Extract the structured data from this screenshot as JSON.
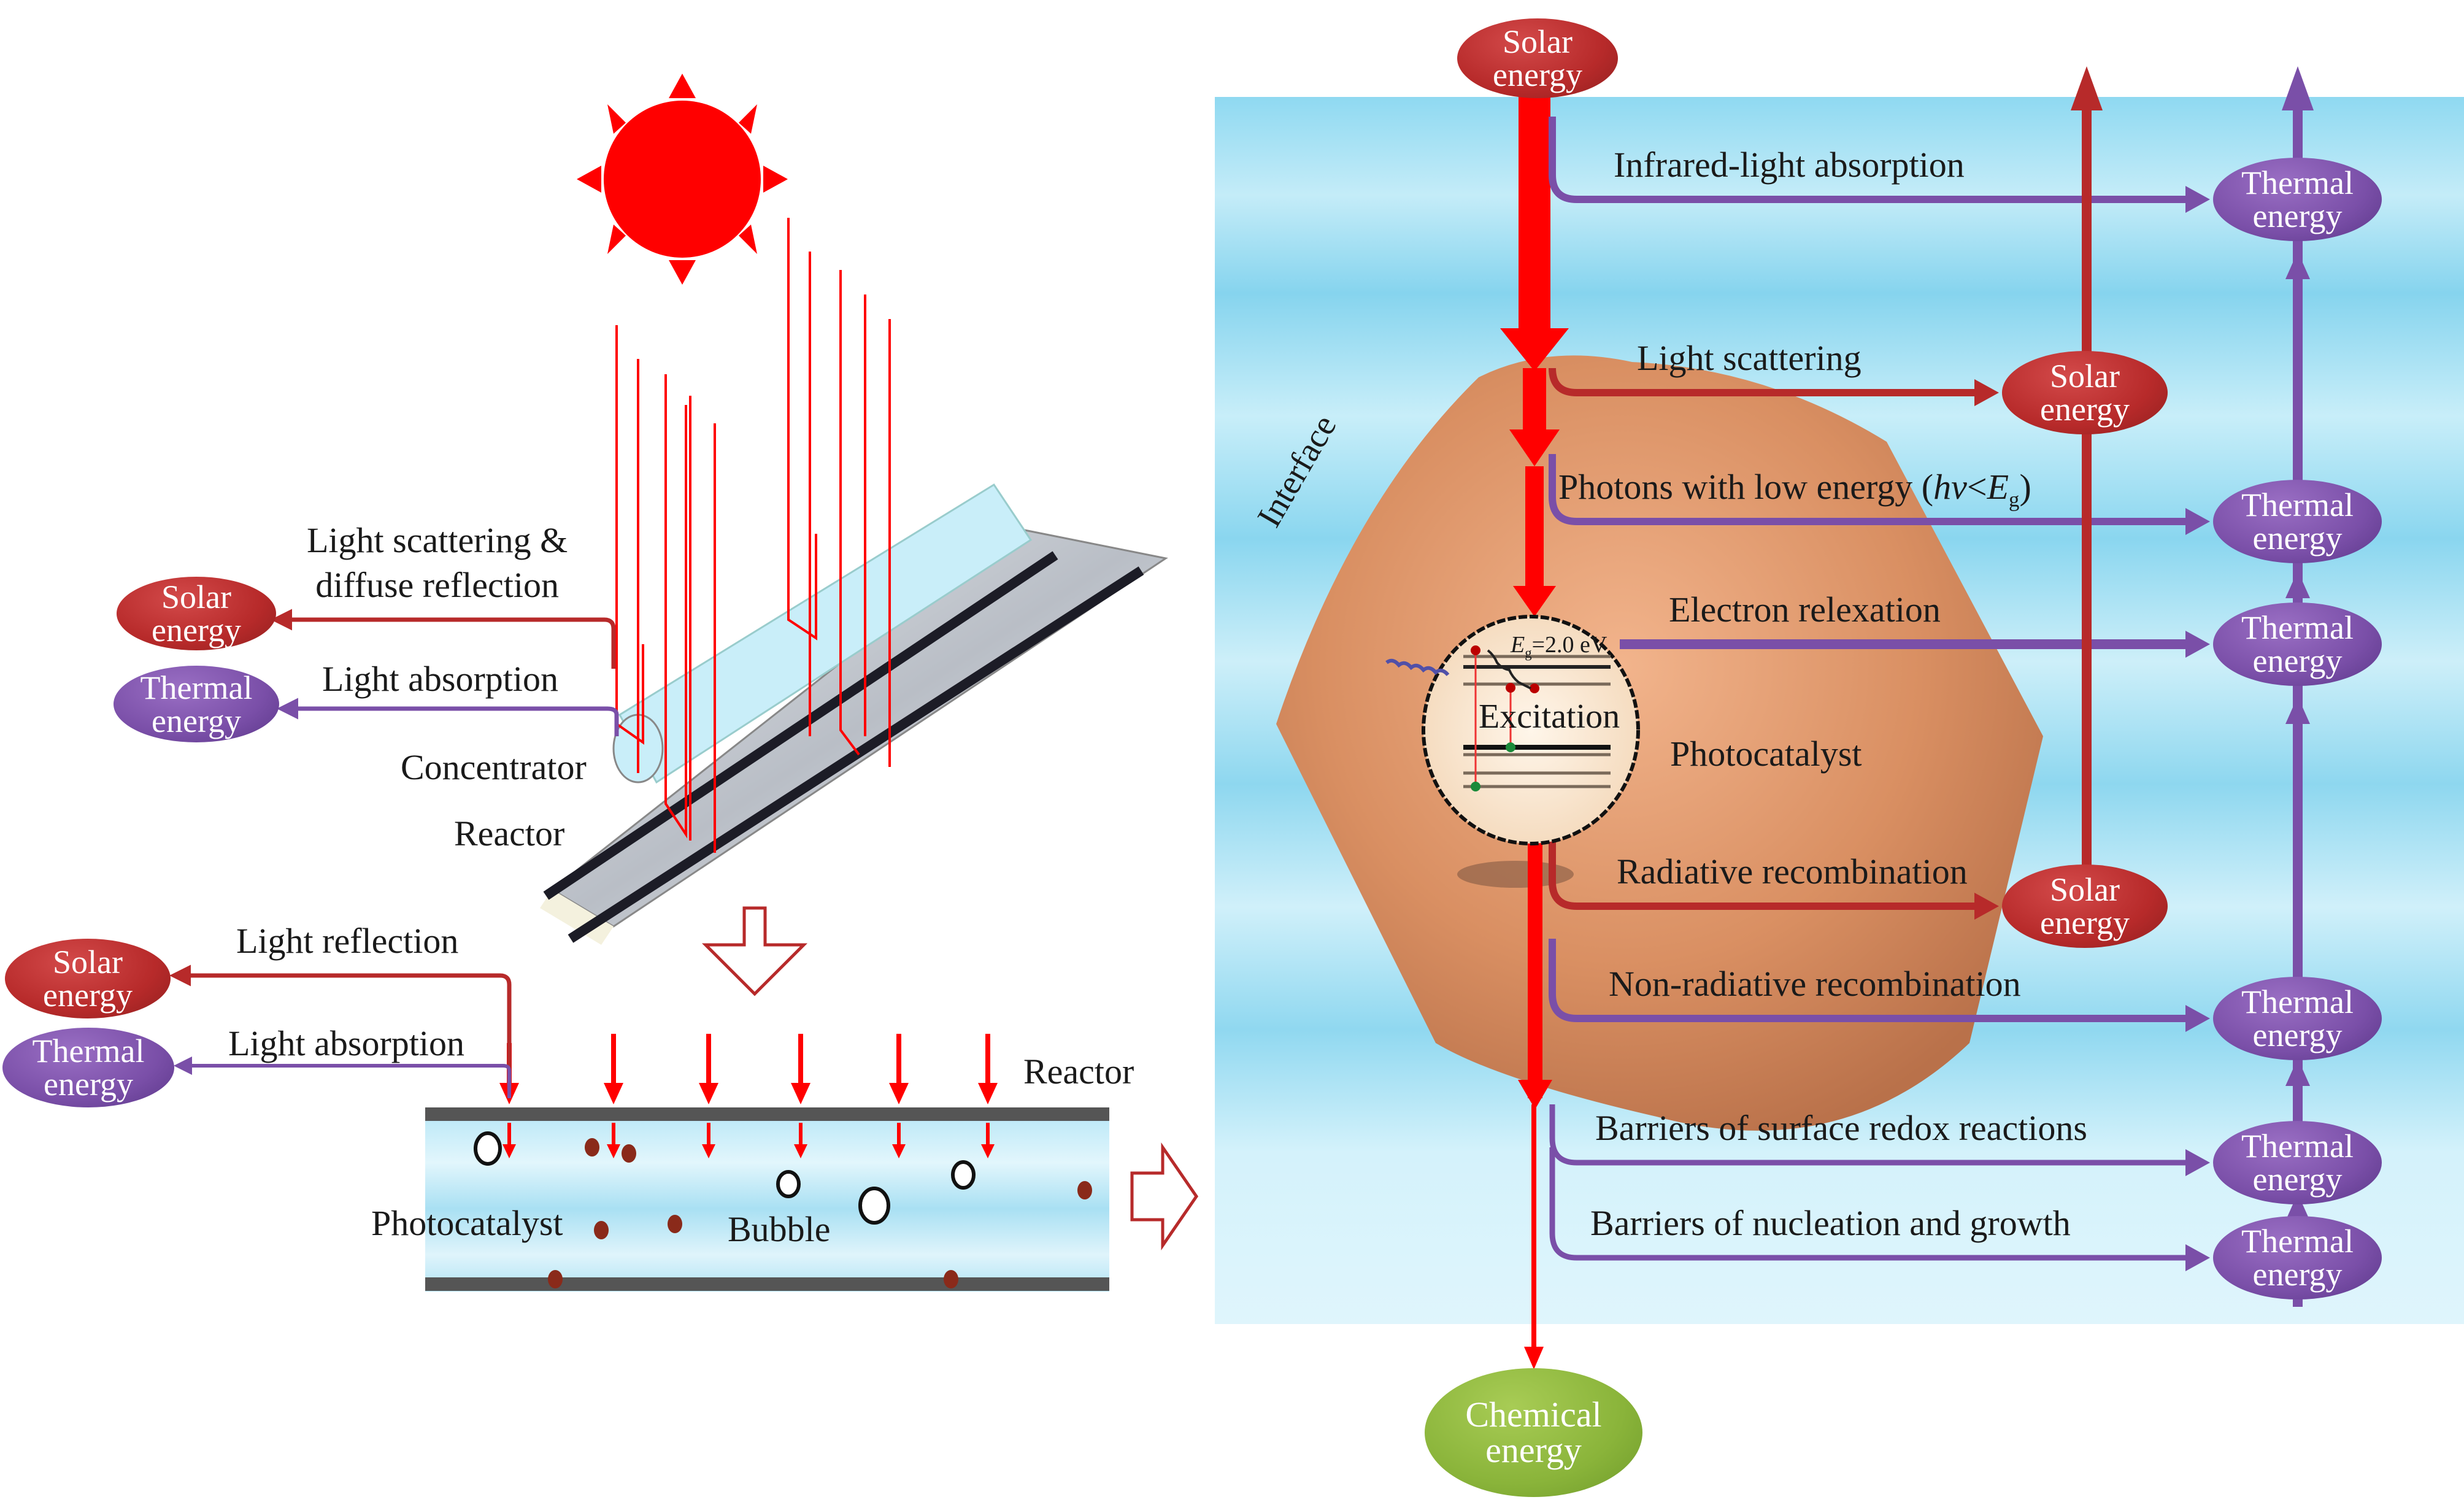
{
  "left_panel": {
    "top_scene": {
      "labels": {
        "scatter": [
          "Light scattering &",
          "diffuse reflection"
        ],
        "absorption": "Light absorption",
        "concentrator": "Concentrator",
        "reactor": "Reactor"
      },
      "nodes": {
        "solar": [
          "Solar",
          "energy"
        ],
        "thermal": [
          "Thermal",
          "energy"
        ]
      }
    },
    "bottom_scene": {
      "labels": {
        "reflection": "Light reflection",
        "absorption": "Light absorption",
        "reactor": "Reactor",
        "photocatalyst": "Photocatalyst",
        "bubble": "Bubble"
      },
      "nodes": {
        "solar": [
          "Solar",
          "energy"
        ],
        "thermal": [
          "Thermal",
          "energy"
        ]
      }
    }
  },
  "right_panel": {
    "source_node": [
      "Solar",
      "energy"
    ],
    "sink_node": [
      "Chemical",
      "energy"
    ],
    "interface_label": "Interface",
    "photocatalyst_label": "Photocatalyst",
    "excitation_label": "Excitation",
    "bandgap": {
      "symbol": "E",
      "subscript": "g",
      "value": "=2.0 eV"
    },
    "pathways": [
      {
        "label": "Infrared-light absorption",
        "target": [
          "Thermal",
          "energy"
        ],
        "kind": "thermal"
      },
      {
        "label": "Light scattering",
        "target": [
          "Solar",
          "energy"
        ],
        "kind": "solar"
      },
      {
        "label_prefix": "Photons with low energy (",
        "label_italic": "hv",
        "label_mid": "<",
        "label_E": "E",
        "label_sub": "g",
        "label_suffix": ")",
        "target": [
          "Thermal",
          "energy"
        ],
        "kind": "thermal"
      },
      {
        "label": "Electron relexation",
        "target": [
          "Thermal",
          "energy"
        ],
        "kind": "thermal"
      },
      {
        "label": "Radiative recombination",
        "target": [
          "Solar",
          "energy"
        ],
        "kind": "solar"
      },
      {
        "label": "Non-radiative recombination",
        "target": [
          "Thermal",
          "energy"
        ],
        "kind": "thermal"
      },
      {
        "label": "Barriers of surface redox reactions",
        "target": [
          "Thermal",
          "energy"
        ],
        "kind": "thermal"
      },
      {
        "label": "Barriers of nucleation and growth",
        "target": [
          "Thermal",
          "energy"
        ],
        "kind": "thermal"
      }
    ]
  },
  "colors": {
    "solar": "#b72a2a",
    "thermal": "#7a4fa8",
    "chemical": "#8ab43a",
    "beam": "#ff0000",
    "water": "#a8dff2",
    "particle": "#d88a5e"
  }
}
